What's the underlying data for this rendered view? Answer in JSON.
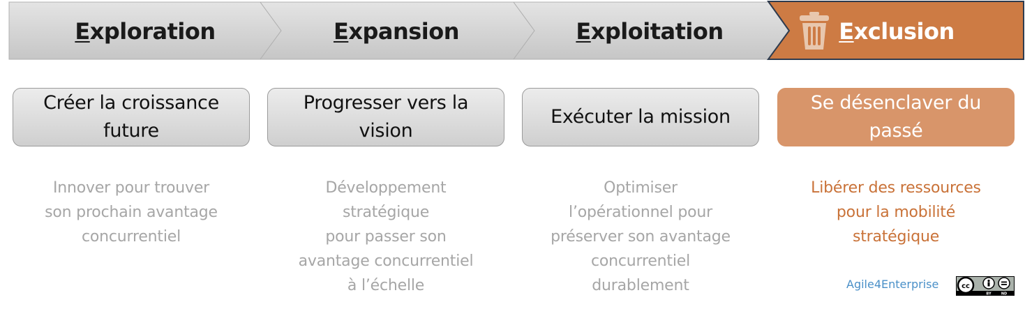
{
  "stages": [
    {
      "first_letter": "E",
      "rest": "xploration",
      "box_lines": [
        "Créer la croissance",
        "future"
      ],
      "desc_lines": [
        "Innover pour trouver",
        "son prochain avantage",
        "concurrentiel"
      ]
    },
    {
      "first_letter": "E",
      "rest": "xpansion",
      "box_lines": [
        "Progresser vers la",
        "vision"
      ],
      "desc_lines": [
        "Développement",
        "stratégique",
        "pour passer son",
        "avantage concurrentiel",
        "à l’échelle"
      ]
    },
    {
      "first_letter": "E",
      "rest": "xploitation",
      "box_lines": [
        "Exécuter la mission"
      ],
      "desc_lines": [
        "Optimiser",
        "l’opérationnel pour",
        "préserver son avantage",
        "concurrentiel",
        "durablement"
      ]
    },
    {
      "first_letter": "E",
      "rest": "xclusion",
      "box_lines": [
        "Se désenclaver du",
        "passé"
      ],
      "desc_lines": [
        "Libérer des ressources",
        "pour la mobilité",
        "stratégique"
      ],
      "icon": "trash-icon"
    }
  ],
  "credit": "Agile4Enterprise",
  "license_badge": {
    "icon": "cc-by-nd-icon",
    "label_left": "BY",
    "label_right": "ND"
  },
  "colors": {
    "chevron_fill": "#d2d2d2",
    "active_fill": "#cd7b44",
    "active_box": "#d8956a",
    "active_text": "#c97238",
    "inactive_text": "#a6a6a6",
    "credit_text": "#4a90c8"
  }
}
